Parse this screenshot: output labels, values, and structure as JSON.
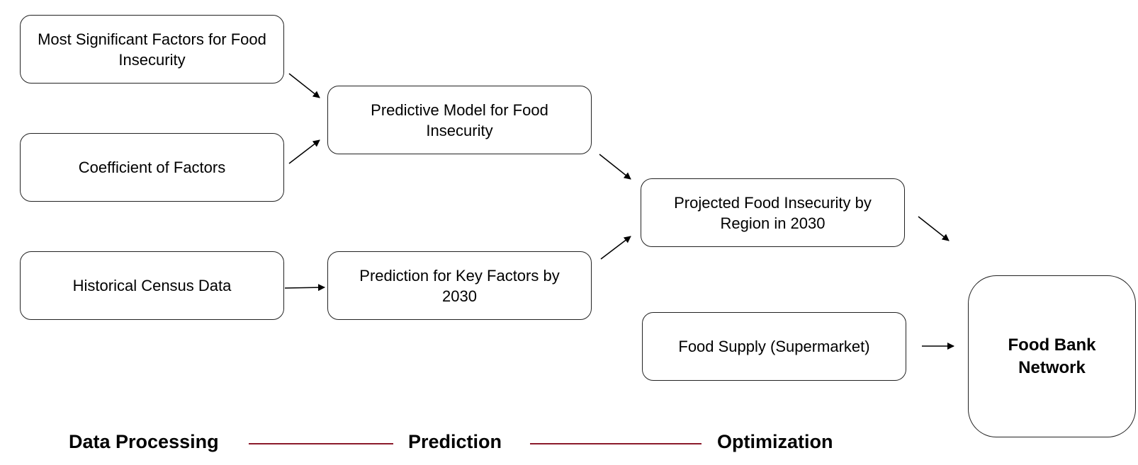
{
  "nodes": {
    "factors": "Most Significant Factors for Food Insecurity",
    "coefficient": "Coefficient of Factors",
    "census": "Historical Census Data",
    "predictive_model": "Predictive Model for Food Insecurity",
    "key_factors": "Prediction for Key Factors by 2030",
    "projected": "Projected Food Insecurity by Region in 2030",
    "food_supply": "Food Supply (Supermarket)",
    "food_bank": "Food Bank Network"
  },
  "stages": {
    "data_processing": "Data Processing",
    "prediction": "Prediction",
    "optimization": "Optimization"
  },
  "colors": {
    "stage_line": "#8b1a2b",
    "box_border": "#222222"
  }
}
